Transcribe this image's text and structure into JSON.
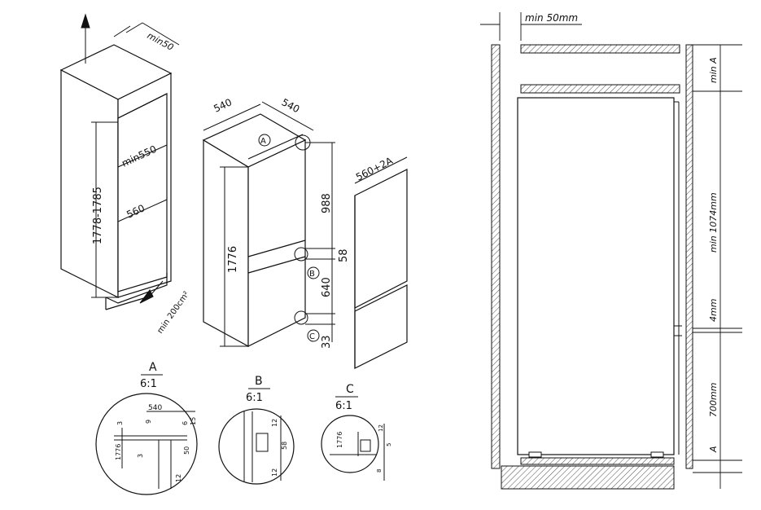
{
  "labels": {
    "min50_top": "min50",
    "height_range": "1778-1785",
    "min550": "min550",
    "w560": "560",
    "vent": "min 200cm²",
    "w540_a": "540",
    "w540_b": "540",
    "h1776": "1776",
    "d988": "988",
    "d58": "58",
    "d640": "640",
    "d33": "33",
    "door_w": "560+2A",
    "circle_a": "A",
    "circle_b": "B",
    "circle_c": "C"
  },
  "details": {
    "a": {
      "title": "A",
      "scale": "6:1",
      "dims": [
        "540",
        "9",
        "6",
        "15",
        "3",
        "1776",
        "3",
        "50",
        "12"
      ]
    },
    "b": {
      "title": "B",
      "scale": "6:1",
      "dims": [
        "12",
        "58",
        "12"
      ]
    },
    "c": {
      "title": "C",
      "scale": "6:1",
      "dims": [
        "1776",
        "12",
        "5",
        "8"
      ]
    }
  },
  "section": {
    "min_50mm": "min 50mm",
    "min_a": "min A",
    "min_1074mm": "min 1074mm",
    "four_mm": "4mm",
    "seven_hundred_mm": "700mm",
    "a_bottom": "A"
  }
}
